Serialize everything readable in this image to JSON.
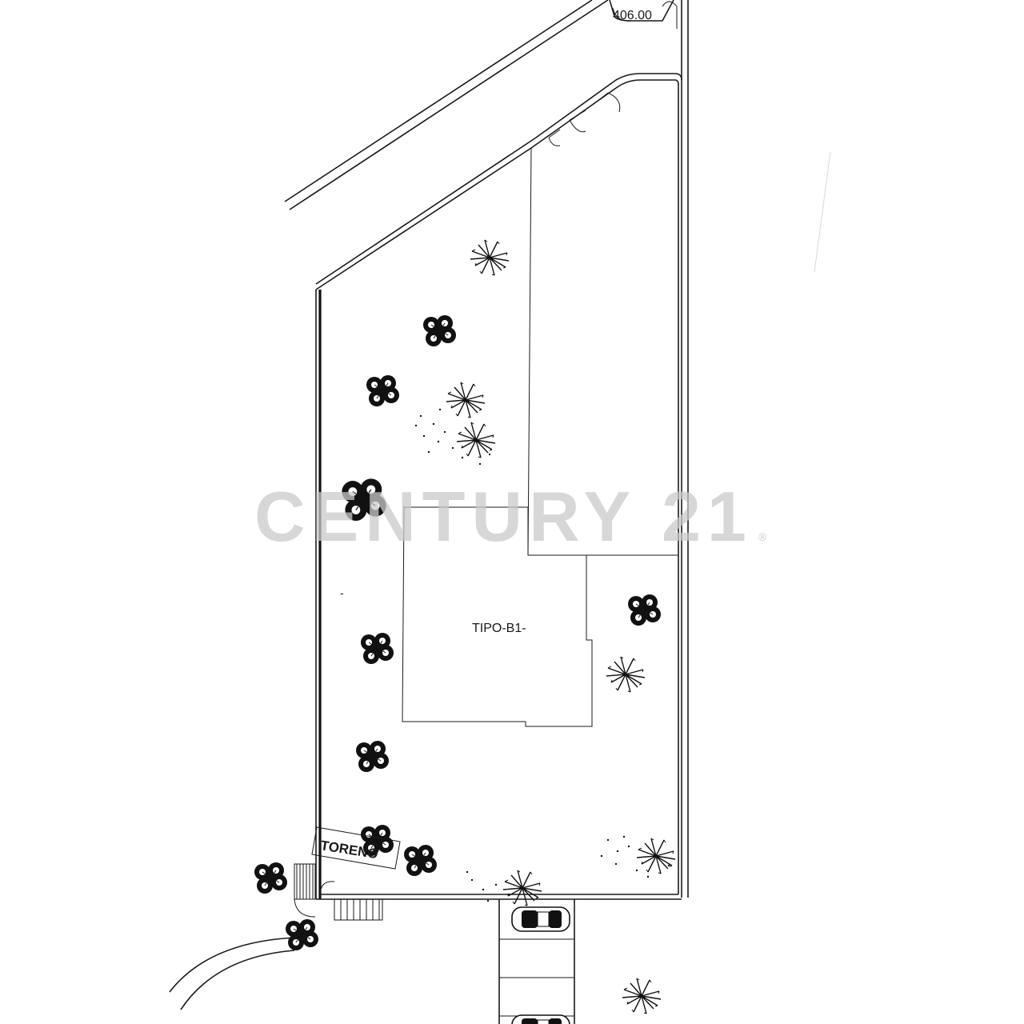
{
  "labels": {
    "elevation": "406.00",
    "house_type": "TIPO-B1-",
    "storage_tag": "TORENO",
    "dash_mark": "-"
  },
  "watermark": {
    "brand": "CENTURY 21",
    "registered": "®"
  },
  "icons": {
    "shrub": "shrub-icon",
    "palm": "palm-tree-icon",
    "car": "car-icon"
  }
}
